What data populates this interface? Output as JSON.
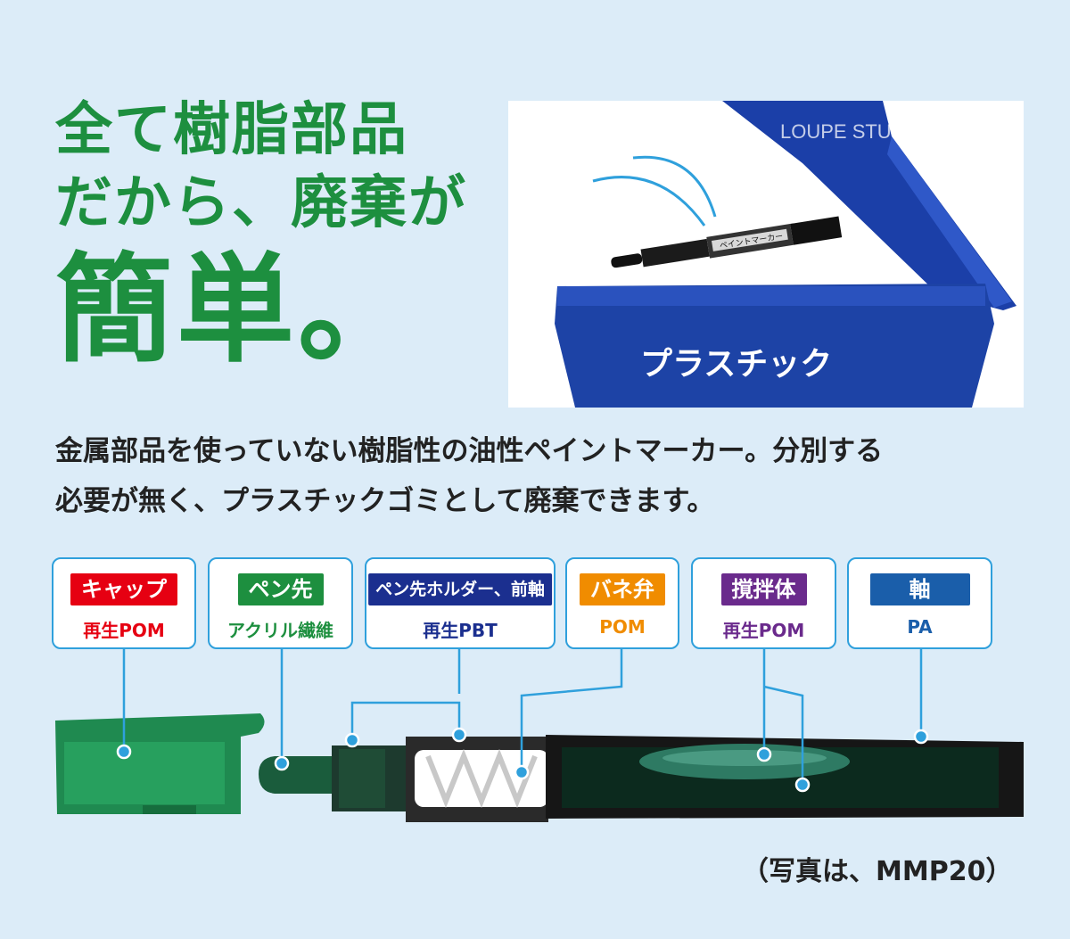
{
  "headline": {
    "line1": "全て樹脂部品",
    "line2": "だから、廃棄が",
    "line3": "簡単。"
  },
  "photo": {
    "watermark": "LOUPE STUDIO",
    "bin_label": "プラスチック",
    "marker_print": "ペイントマーカー"
  },
  "description": {
    "line1": "金属部品を使っていない樹脂性の油性ペイントマーカー。分別する",
    "line2": "必要が無く、プラスチックゴミとして廃棄できます。"
  },
  "parts": [
    {
      "name": "キャップ",
      "material": "再生POM",
      "color": "#e60012"
    },
    {
      "name": "ペン先",
      "material": "アクリル繊維",
      "color": "#1d8f3f"
    },
    {
      "name": "ペン先ホルダー、前軸",
      "material": "再生PBT",
      "color": "#1b2f8f"
    },
    {
      "name": "バネ弁",
      "material": "POM",
      "color": "#f08c00"
    },
    {
      "name": "撹拌体",
      "material": "再生POM",
      "color": "#6a2a8c"
    },
    {
      "name": "軸",
      "material": "PA",
      "color": "#1a5eaa"
    }
  ],
  "caption": "（写真は、MMP20）"
}
